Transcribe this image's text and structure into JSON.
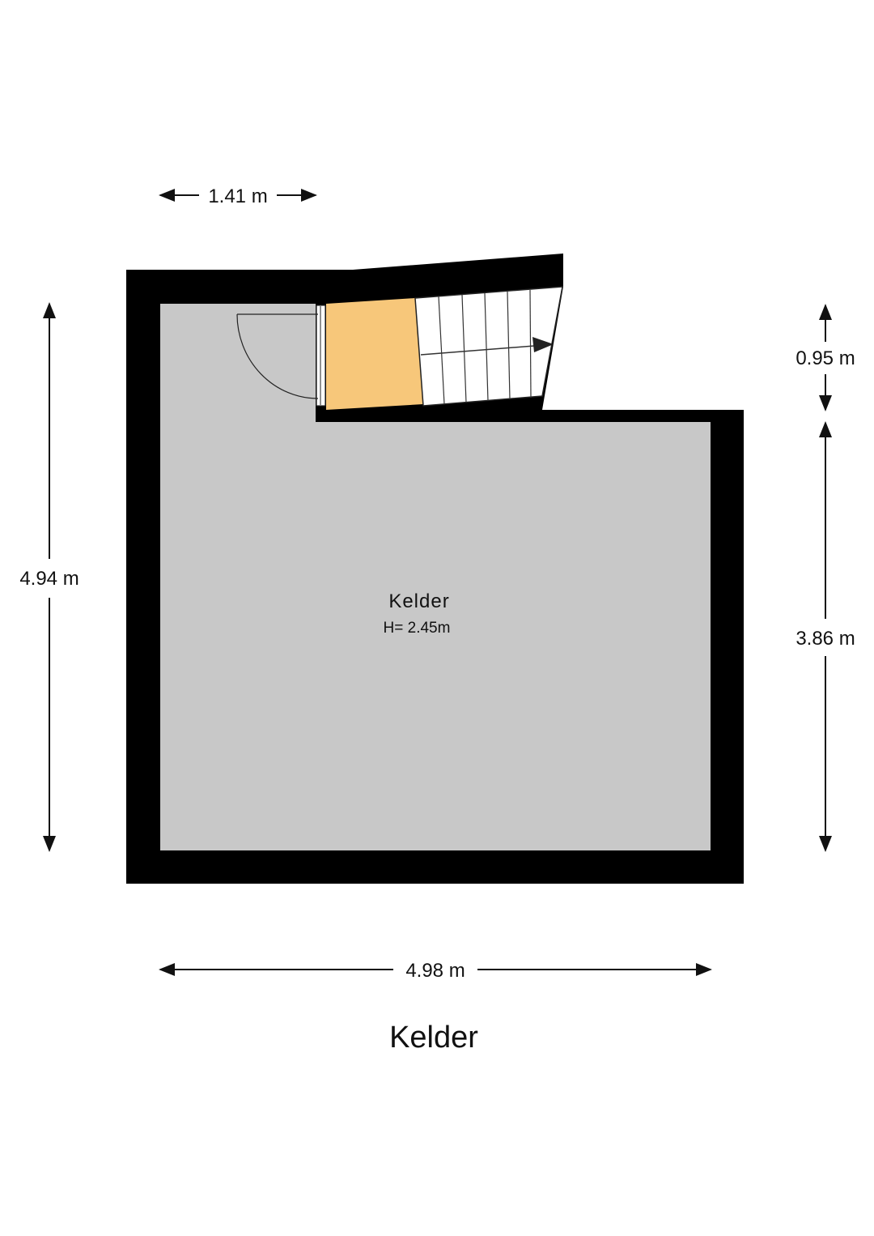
{
  "floor": {
    "title": "Kelder"
  },
  "room": {
    "name": "Kelder",
    "height": "H= 2.45m"
  },
  "dimensions": {
    "top_width": "1.41 m",
    "left_height": "4.94 m",
    "right_upper_height": "0.95 m",
    "right_lower_height": "3.86 m",
    "bottom_width": "4.98 m"
  },
  "colors": {
    "wall": "#000000",
    "room_floor": "#c8c8c8",
    "landing": "#f7c77a",
    "stairs": "#ffffff"
  }
}
